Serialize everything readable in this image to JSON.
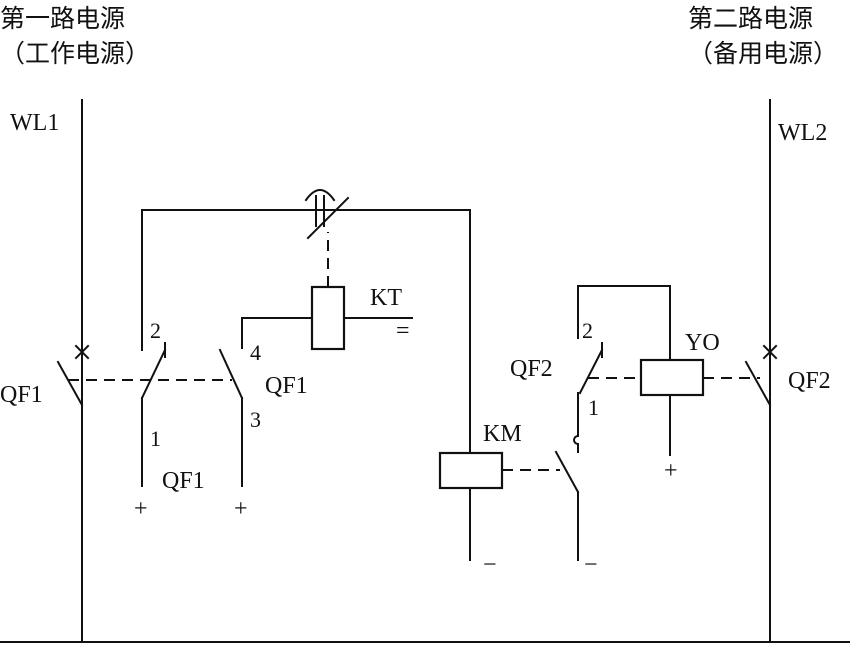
{
  "source1": {
    "title": "第一路电源",
    "subtitle": "（工作电源）",
    "line": "WL1"
  },
  "source2": {
    "title": "第二路电源",
    "subtitle": "（备用电源）",
    "line": "WL2"
  },
  "labels": {
    "qf1_main": "QF1",
    "qf1_aux": "QF1",
    "qf1_lower": "QF1",
    "qf2_main": "QF2",
    "qf2_aux": "QF2",
    "kt": "KT",
    "km": "KM",
    "yo": "YO"
  },
  "terminals": {
    "qf1_aux_a_top": "2",
    "qf1_aux_a_bottom": "1",
    "qf1_aux_b_top": "4",
    "qf1_aux_b_bottom": "3",
    "qf2_aux_top": "2",
    "qf2_aux_bottom": "1"
  },
  "polarity": {
    "qf1_a_plus": "+",
    "qf1_b_plus": "+",
    "km_minus": "−",
    "km_contact_minus": "−",
    "yo_plus": "+",
    "kt_dc": "="
  }
}
